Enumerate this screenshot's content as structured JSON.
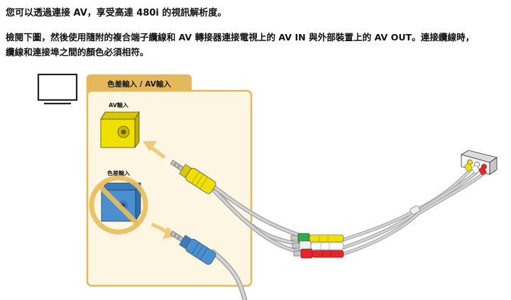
{
  "document": {
    "paragraph_1": "您可以透過連接 AV，享受高達 480i 的視訊解析度。",
    "paragraph_2_line_1": "檢閱下圖，然後使用隨附的複合端子纜線和 AV 轉接器連接電視上的 AV IN 與外部裝置上的 AV OUT。連接纜線時，",
    "paragraph_2_line_2": "纜線和連接埠之間的顏色必須相符。"
  },
  "figure": {
    "panel_title": "色差輸入 / AV輸入",
    "av_port_label": "AV輸入",
    "component_port_label": "色差輸入",
    "icons": {
      "tv": "tv-icon",
      "av_port": "yellow-av-in-port-icon",
      "component_port": "blue-component-in-port-icon",
      "prohibited": "prohibited-icon",
      "arrow_up": "arrow-icon",
      "arrow_down": "arrow-icon",
      "yellow_plug": "yellow-3.5mm-plug-icon",
      "blue_plug": "blue-3.5mm-plug-icon",
      "rca_plugs": "rca-plugs-icon",
      "device": "external-device-av-out-icon"
    },
    "colors": {
      "panel_border": "#e6b85c",
      "panel_fill": "#fdf6e3",
      "arrow": "#f0c97a",
      "prohibited": "#e9bd5c",
      "yellow": "#f0e000",
      "blue": "#4a90d0",
      "red": "#e8242a",
      "green": "#2fa84f",
      "cable": "#b9b9b9"
    }
  }
}
